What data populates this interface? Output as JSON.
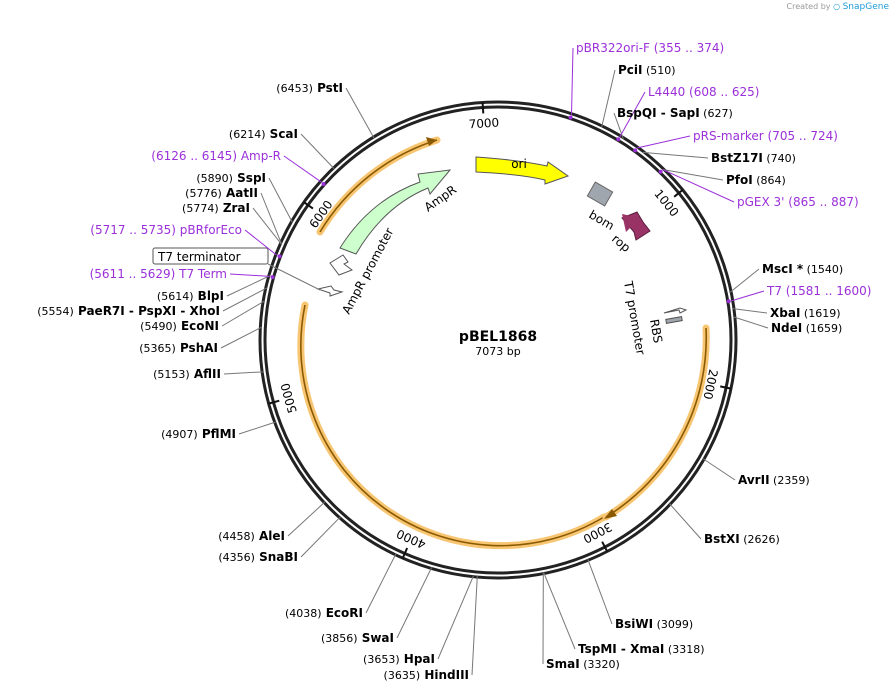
{
  "header": {
    "created_by": "Created by",
    "brand": "SnapGene"
  },
  "plasmid": {
    "name": "pBEL1868",
    "length_label": "7073 bp",
    "length": 7073
  },
  "colors": {
    "primer": "#9b30d9",
    "ori": "#ffff00",
    "ampr": "#ccffcc",
    "rop": "#993366",
    "bom": "#a0a6ad",
    "cds_arc": "#8b5a00",
    "cds_glow": "#f8c672"
  },
  "ticks": [
    {
      "label": "1000",
      "bp": 1000
    },
    {
      "label": "2000",
      "bp": 2000
    },
    {
      "label": "3000",
      "bp": 3000
    },
    {
      "label": "4000",
      "bp": 4000
    },
    {
      "label": "5000",
      "bp": 5000
    },
    {
      "label": "6000",
      "bp": 6000
    },
    {
      "label": "7000",
      "bp": 7000
    }
  ],
  "sites": [
    {
      "name": "PciI",
      "pos": "(510)"
    },
    {
      "name": "BspQI",
      "sep": "-",
      "name2": "SapI",
      "pos": "(627)"
    },
    {
      "name": "BstZ17I",
      "pos": "(740)"
    },
    {
      "name": "PfoI",
      "pos": "(864)"
    },
    {
      "name": "MscI *",
      "pos": "(1540)"
    },
    {
      "name": "XbaI",
      "pos": "(1619)"
    },
    {
      "name": "NdeI",
      "pos": "(1659)"
    },
    {
      "name": "AvrII",
      "pos": "(2359)"
    },
    {
      "name": "BstXI",
      "pos": "(2626)"
    },
    {
      "name": "BsiWI",
      "pos": "(3099)"
    },
    {
      "name": "TspMI",
      "sep": "-",
      "name2": "XmaI",
      "pos": "(3318)"
    },
    {
      "name": "SmaI",
      "pos": "(3320)"
    },
    {
      "name": "HindIII",
      "pos": "(3635)"
    },
    {
      "name": "HpaI",
      "pos": "(3653)"
    },
    {
      "name": "SwaI",
      "pos": "(3856)"
    },
    {
      "name": "EcoRI",
      "pos": "(4038)"
    },
    {
      "name": "SnaBI",
      "pos": "(4356)"
    },
    {
      "name": "AleI",
      "pos": "(4458)"
    },
    {
      "name": "PflMI",
      "pos": "(4907)"
    },
    {
      "name": "AflII",
      "pos": "(5153)"
    },
    {
      "name": "PshAI",
      "pos": "(5365)"
    },
    {
      "name": "EcoNI",
      "pos": "(5490)"
    },
    {
      "name": "PaeR7I",
      "sep": "-",
      "name2": "PspXI",
      "sep2": "-",
      "name3": "XhoI",
      "pos": "(5554)"
    },
    {
      "name": "BlpI",
      "pos": "(5614)"
    },
    {
      "name": "ZraI",
      "pos": "(5774)"
    },
    {
      "name": "AatII",
      "pos": "(5776)"
    },
    {
      "name": "SspI",
      "pos": "(5890)"
    },
    {
      "name": "ScaI",
      "pos": "(6214)"
    },
    {
      "name": "PstI",
      "pos": "(6453)"
    }
  ],
  "primers": [
    {
      "name": "pBR322ori-F",
      "range": "(355 .. 374)"
    },
    {
      "name": "L4440",
      "range": "(608 .. 625)"
    },
    {
      "name": "pRS-marker",
      "range": "(705 .. 724)"
    },
    {
      "name": "pGEX 3'",
      "range": "(865 .. 887)"
    },
    {
      "name": "T7",
      "range": "(1581 .. 1600)"
    },
    {
      "name": "T7 Term",
      "range": "(5611 .. 5629)"
    },
    {
      "name": "pBRforEco",
      "range": "(5717 .. 5735)"
    },
    {
      "name": "Amp-R",
      "range": "(6126 .. 6145)"
    }
  ],
  "features": {
    "ori": "ori",
    "bom": "bom",
    "rop": "rop",
    "ampr": "AmpR",
    "ampr_promoter": "AmpR promoter",
    "t7_terminator": "T7 terminator",
    "t7_promoter": "T7 promoter",
    "rbs": "RBS"
  }
}
